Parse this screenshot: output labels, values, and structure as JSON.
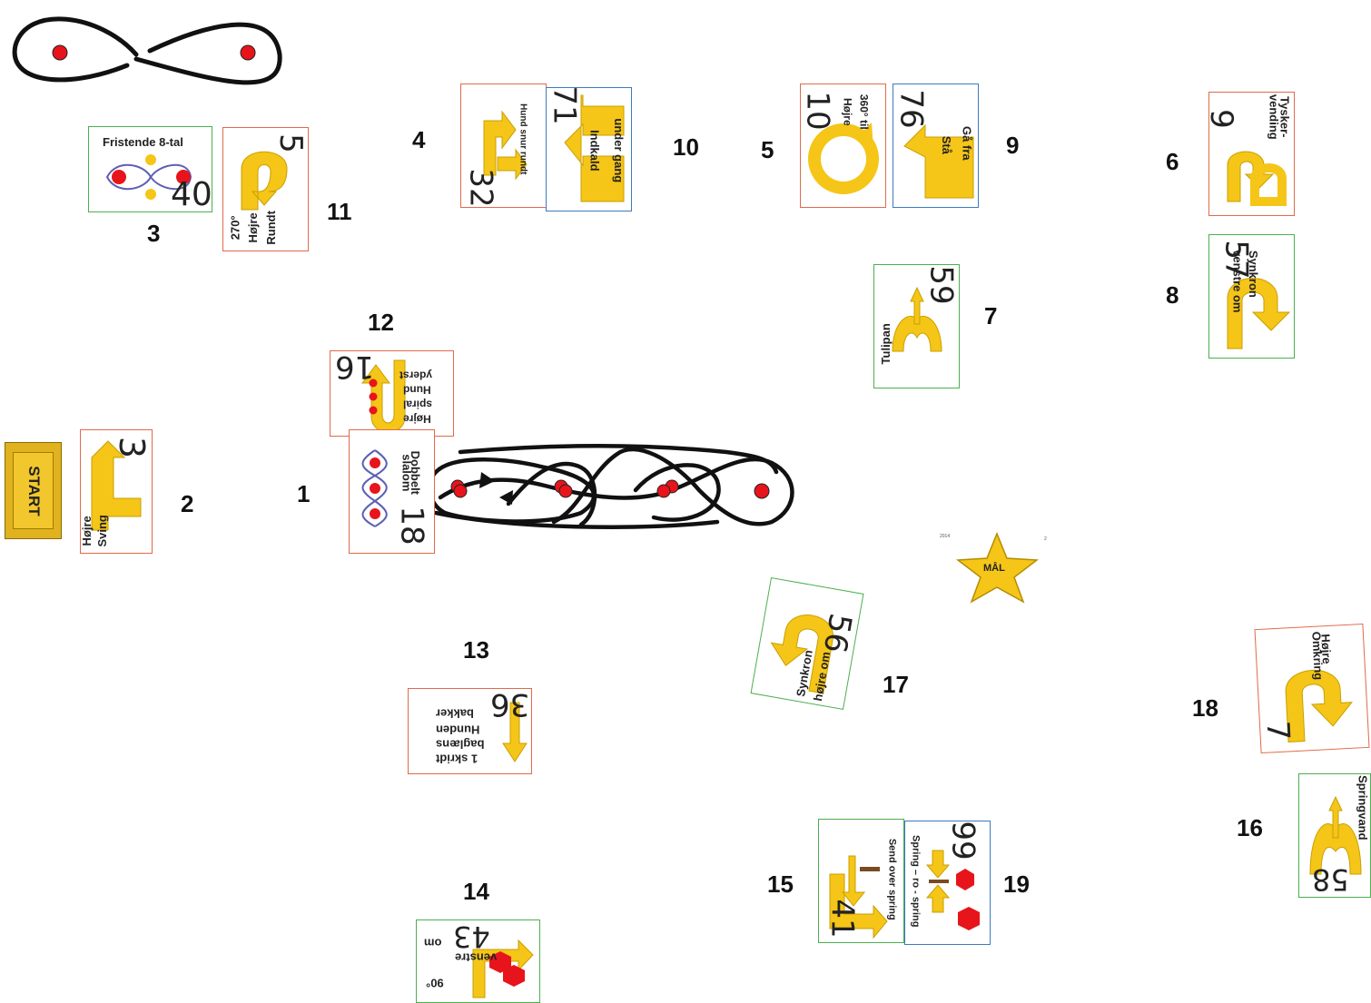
{
  "start": {
    "label": "START"
  },
  "finish": {
    "label": "MÅL"
  },
  "station_numbers": [
    "1",
    "2",
    "3",
    "4",
    "5",
    "6",
    "7",
    "8",
    "9",
    "10",
    "11",
    "12",
    "13",
    "14",
    "15",
    "16",
    "17",
    "18",
    "19"
  ],
  "cards": {
    "c2": {
      "number": "3",
      "text": [
        "Højre",
        "Sving"
      ]
    },
    "c3": {
      "number": "40",
      "text": [
        "Fristende 8-tal"
      ]
    },
    "c11": {
      "number": "5",
      "text": [
        "270°",
        "Højre",
        "Rundt"
      ]
    },
    "c4": {
      "number": "32",
      "text": [
        "Hund snur rundt"
      ]
    },
    "c10": {
      "number": "71",
      "text": [
        "Indkald",
        "under gang"
      ]
    },
    "c5": {
      "number": "10",
      "text": [
        "360° til",
        "Højre"
      ]
    },
    "c9": {
      "number": "76",
      "text": [
        "Stå",
        "Gå fra"
      ]
    },
    "c6": {
      "number": "9",
      "text": [
        "Tysker-",
        "vending"
      ]
    },
    "c8": {
      "number": "57",
      "text": [
        "Synkron",
        "venstre om"
      ]
    },
    "c7": {
      "number": "59",
      "text": [
        "Tulipan"
      ]
    },
    "c12": {
      "number": "16",
      "text": [
        "Højre",
        "spiral",
        "Hund",
        "yderst"
      ]
    },
    "c1": {
      "number": "18",
      "text": [
        "Dobbelt",
        "slalom"
      ]
    },
    "c17": {
      "number": "56",
      "text": [
        "Synkron",
        "højre om"
      ]
    },
    "c18": {
      "number": "7",
      "text": [
        "Højre",
        "Omkring"
      ]
    },
    "c13": {
      "number": "36",
      "text": [
        "1 skridt",
        "baglæns",
        "Hunden",
        "bakker"
      ]
    },
    "c14": {
      "number": "43",
      "text": [
        "90°",
        "venstre",
        "om"
      ]
    },
    "c15": {
      "number": "41",
      "text": [
        "Send over spring"
      ]
    },
    "c19": {
      "number": "99",
      "text": [
        "Spring – ro - spring"
      ]
    },
    "c16": {
      "number": "58",
      "text": [
        "Springvand"
      ]
    }
  },
  "colors": {
    "arrow": "#f5c518",
    "arrow_edge": "#c9a000",
    "cone": "#e8141b",
    "border_red": "#e06a4a",
    "border_green": "#4caf50",
    "border_blue": "#3b7bbf"
  }
}
